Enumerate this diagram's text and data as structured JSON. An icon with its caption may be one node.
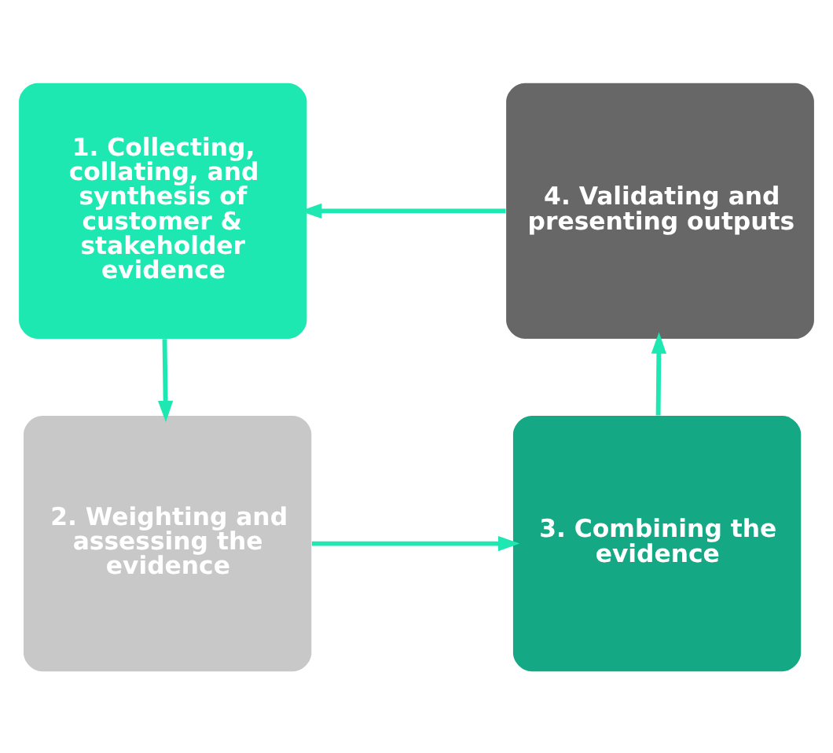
{
  "diagram": {
    "nodes": [
      {
        "text": [
          "1. Collecting, collating, and synthesis of customer & stakeholder evidence"
        ]
      },
      {
        "text": [
          "2. Weighting and assessing the evidence"
        ]
      },
      {
        "text": [
          "3. Combining the evidence"
        ]
      },
      {
        "text": [
          "4. Validating and presenting outputs"
        ]
      }
    ],
    "edges": [
      {
        "from": 0,
        "to": 1,
        "arrow": "to"
      },
      {
        "from": 1,
        "to": 2,
        "arrow": "to"
      },
      {
        "from": 2,
        "to": 3,
        "arrow": "to"
      },
      {
        "from": 3,
        "to": 0,
        "arrow": "to"
      }
    ]
  }
}
